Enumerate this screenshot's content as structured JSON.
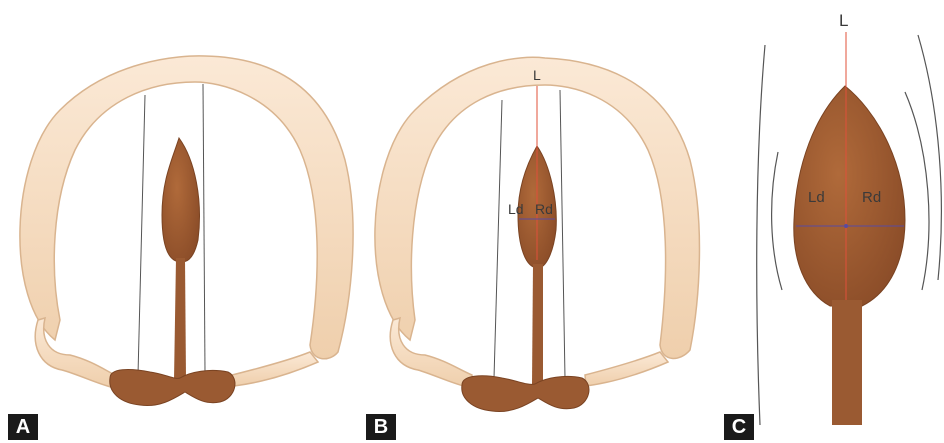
{
  "panels": {
    "a": {
      "label": "A"
    },
    "b": {
      "label": "B",
      "top_marker": "L",
      "left_marker": "Ld",
      "right_marker": "Rd"
    },
    "c": {
      "label": "C",
      "top_marker": "L",
      "left_marker": "Ld",
      "right_marker": "Rd"
    }
  },
  "colors": {
    "rib": "#f5dcc0",
    "rib_outline": "#d9b48f",
    "organ": "#9a5a32",
    "organ_dark": "#7a4322",
    "guide_line": "#555555",
    "midline": "#e0503a",
    "width_line": "#5a4aa0",
    "label_bg": "#1a1a1a"
  }
}
